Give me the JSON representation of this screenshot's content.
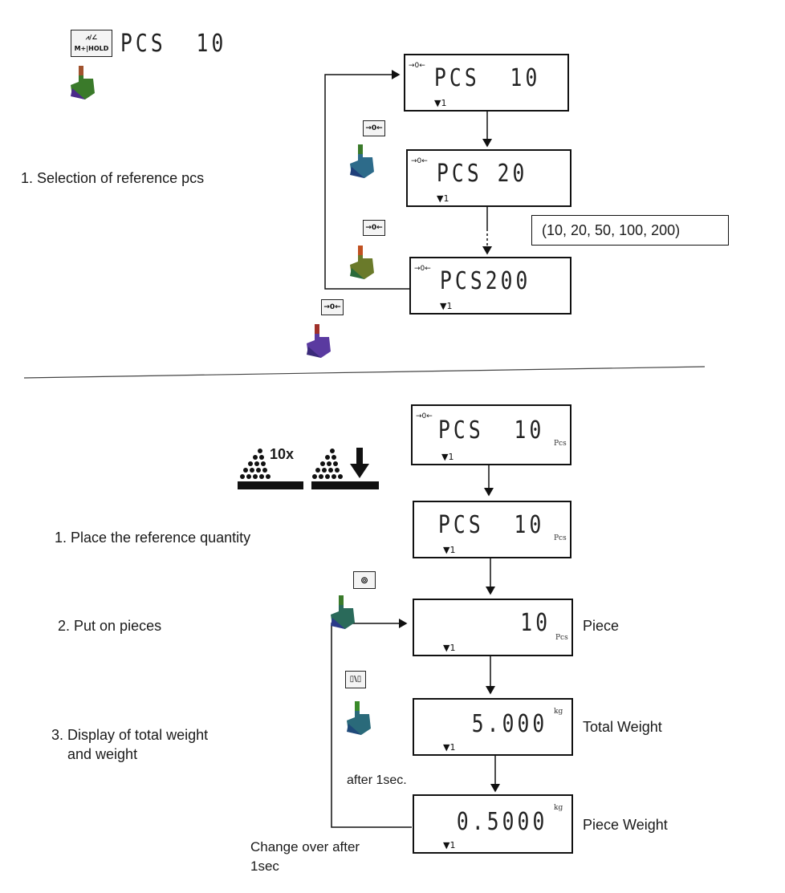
{
  "top": {
    "display": "PCS  10",
    "step1": "1.  Selection of reference pcs",
    "options": "(10, 20, 50, 100, 200)",
    "lcd1": "PCS  10",
    "lcd2": "PCS 20",
    "lcd3": "PCS200",
    "key_label": "→0←",
    "zero_mark": "→0←",
    "stable_mark": "▼1"
  },
  "bottom": {
    "tenx": "10x",
    "step1": "1.  Place the reference quantity",
    "step2": "2.  Put on pieces",
    "step3a": "3.  Display of total weight",
    "step3b": "and weight",
    "lcd1": "PCS  10",
    "lcd2": "PCS  10",
    "lcd3": "10",
    "lcd4": "5.000",
    "lcd5": "0.5000",
    "unit_pcs": "Pcs",
    "unit_kg": "kg",
    "piece": "Piece",
    "total_weight": "Total Weight",
    "piece_weight": "Piece Weight",
    "after": "after 1sec.",
    "change_a": "Change over after",
    "change_b": "1sec"
  }
}
